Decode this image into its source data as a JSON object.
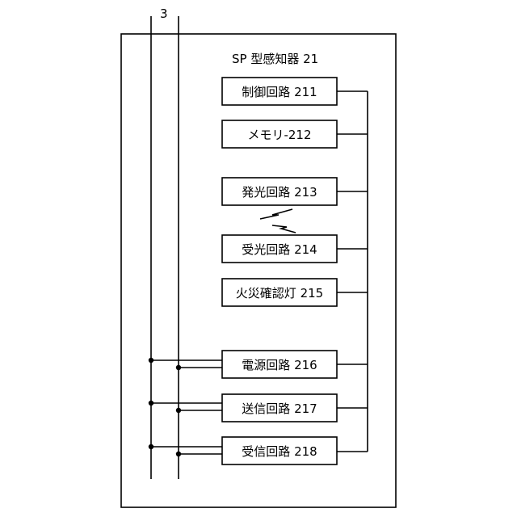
{
  "diagram": {
    "bus_label": "3",
    "detector_title": "SP 型感知器 21",
    "blocks": [
      "制御回路 211",
      "メモリ-212",
      "発光回路 213",
      "受光回路 214",
      "火災確認灯 215",
      "電源回路 216",
      "送信回路 217",
      "受信回路 218"
    ]
  }
}
